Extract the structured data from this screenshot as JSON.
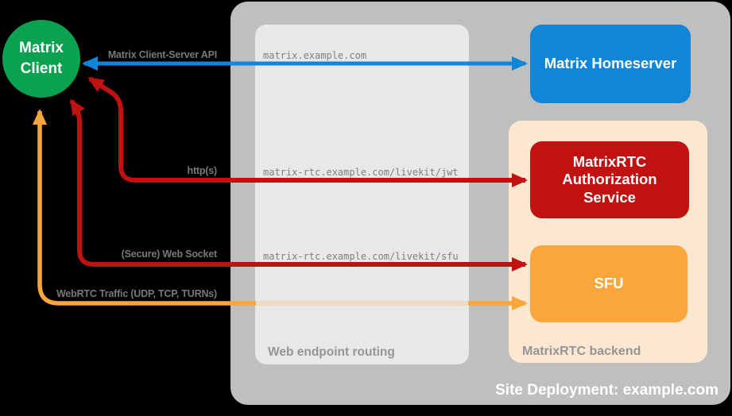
{
  "client_node": {
    "label": "Matrix Client",
    "color": "#0aa150"
  },
  "deployment": {
    "label": "Site Deployment: example.com",
    "color": "#bfbfbf"
  },
  "routing_box": {
    "label": "Web endpoint routing",
    "color": "#e8e8e8"
  },
  "backend_box": {
    "label": "MatrixRTC backend",
    "color": "#fce8d1"
  },
  "nodes": {
    "homeserver": {
      "label": "Matrix Homeserver",
      "color": "#1186d8"
    },
    "auth_service": {
      "label": "MatrixRTC Authorization Service",
      "color": "#c11111"
    },
    "sfu": {
      "label": "SFU",
      "color": "#faa63c"
    }
  },
  "connections": [
    {
      "label": "Matrix Client-Server API",
      "endpoint": "matrix.example.com",
      "color": "#1186d8",
      "style": "double-arrow"
    },
    {
      "label": "http(s)",
      "endpoint": "matrix-rtc.example.com/livekit/jwt",
      "color": "#c11111",
      "style": "double-arrow"
    },
    {
      "label": "(Secure) Web Socket",
      "endpoint": "matrix-rtc.example.com/livekit/sfu",
      "color": "#c11111",
      "style": "double-arrow"
    },
    {
      "label": "WebRTC Traffic (UDP, TCP, TURNs)",
      "endpoint": "",
      "color": "#faa63c",
      "style": "double-arrow"
    }
  ]
}
